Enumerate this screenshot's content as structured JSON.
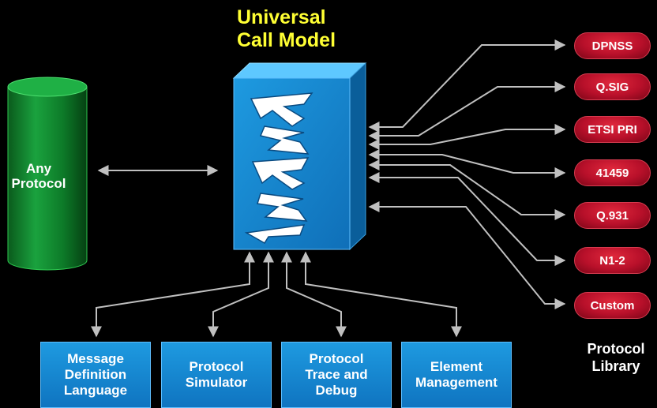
{
  "title": {
    "line1": "Universal",
    "line2": "Call Model"
  },
  "any_protocol": {
    "line1": "Any",
    "line2": "Protocol"
  },
  "tools": [
    {
      "label": "Message\nDefinition\nLanguage"
    },
    {
      "label": "Protocol\nSimulator"
    },
    {
      "label": "Protocol\nTrace and\nDebug"
    },
    {
      "label": "Element\nManagement"
    }
  ],
  "protocols": [
    "DPNSS",
    "Q.SIG",
    "ETSI PRI",
    "41459",
    "Q.931",
    "N1-2",
    "Custom"
  ],
  "library_label": "Protocol\nLibrary",
  "colors": {
    "title": "#ffff33",
    "cylinder": "#0f8a2e",
    "box": "#1584c8",
    "pill": "#b8102a",
    "arrows": "#c0c0c0"
  }
}
